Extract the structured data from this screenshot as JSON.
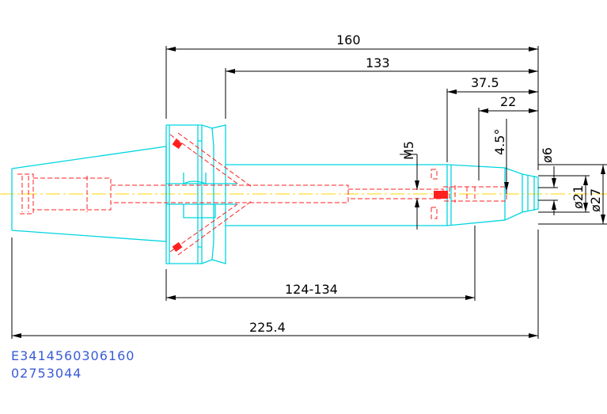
{
  "dimensions": {
    "overall_160": "160",
    "d133": "133",
    "d37_5": "37.5",
    "d22": "22",
    "thread_m5": "M5",
    "angle": "4.5°",
    "dia6": "ø6",
    "dia21": "ø21",
    "dia27": "ø27",
    "range": "124-134",
    "total": "225.4"
  },
  "codes": {
    "part_number": "E3414560306160",
    "order_number": "02753044"
  },
  "colors": {
    "outline": "#00d5e0",
    "hidden": "#ff2020",
    "centerline": "#ffd400",
    "dimension": "#000000",
    "code_text": "#3a5bd8"
  }
}
